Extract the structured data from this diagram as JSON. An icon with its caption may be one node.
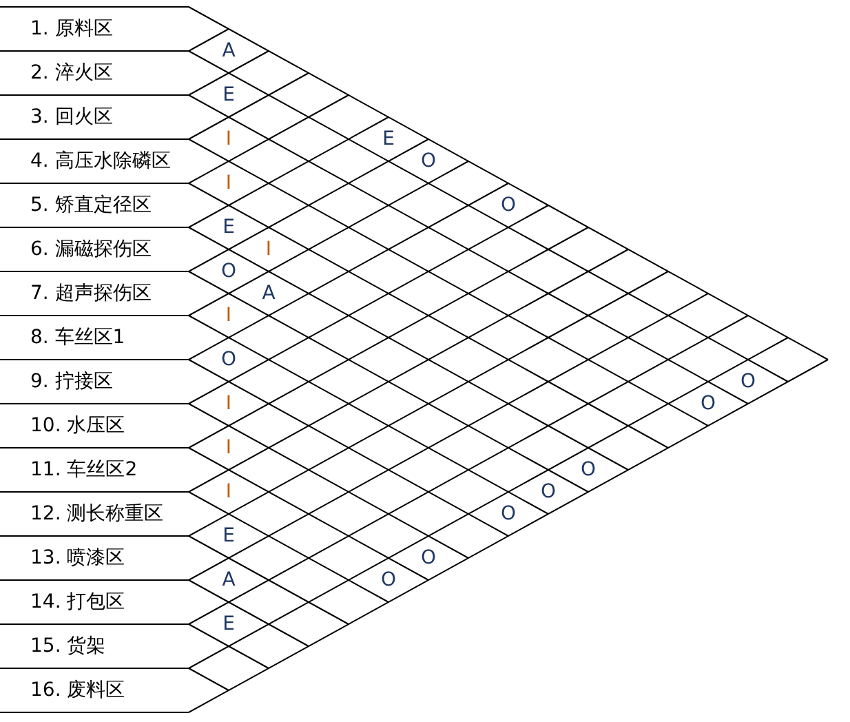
{
  "diagram": {
    "nodes": [
      {
        "text": [
          "1. 原料区"
        ]
      },
      {
        "text": [
          "2. 淬火区"
        ]
      },
      {
        "text": [
          "3. 回火区"
        ]
      },
      {
        "text": [
          "4. 高压水除磷区"
        ]
      },
      {
        "text": [
          "5. 矫直定径区"
        ]
      },
      {
        "text": [
          "6. 漏磁探伤区"
        ]
      },
      {
        "text": [
          "7. 超声探伤区"
        ]
      },
      {
        "text": [
          "8. 车丝区1"
        ]
      },
      {
        "text": [
          "9. 拧接区"
        ]
      },
      {
        "text": [
          "10. 水压区"
        ]
      },
      {
        "text": [
          "11. 车丝区2"
        ]
      },
      {
        "text": [
          "12. 测长称重区"
        ]
      },
      {
        "text": [
          "13. 喷漆区"
        ]
      },
      {
        "text": [
          "14. 打包区"
        ]
      },
      {
        "text": [
          "15. 货架"
        ]
      },
      {
        "text": [
          "16. 废料区"
        ]
      },
      {
        "text": [
          "A"
        ]
      },
      {
        "text": [
          "E"
        ]
      },
      {
        "text": [
          "I"
        ]
      },
      {
        "text": [
          "E"
        ]
      },
      {
        "text": [
          "O"
        ]
      },
      {
        "text": [
          "I"
        ]
      },
      {
        "text": [
          "O"
        ]
      },
      {
        "text": [
          "E"
        ]
      },
      {
        "text": [
          "I"
        ]
      },
      {
        "text": [
          "O"
        ]
      },
      {
        "text": [
          "A"
        ]
      },
      {
        "text": [
          "I"
        ]
      },
      {
        "text": [
          "O"
        ]
      },
      {
        "text": [
          "O"
        ]
      },
      {
        "text": [
          "I"
        ]
      },
      {
        "text": [
          "O"
        ]
      },
      {
        "text": [
          "I"
        ]
      },
      {
        "text": [
          "O"
        ]
      },
      {
        "text": [
          "I"
        ]
      },
      {
        "text": [
          "O"
        ]
      },
      {
        "text": [
          "O"
        ]
      },
      {
        "text": [
          "E"
        ]
      },
      {
        "text": [
          "O"
        ]
      },
      {
        "text": [
          "A"
        ]
      },
      {
        "text": [
          "O"
        ]
      },
      {
        "text": [
          "E"
        ]
      }
    ]
  }
}
